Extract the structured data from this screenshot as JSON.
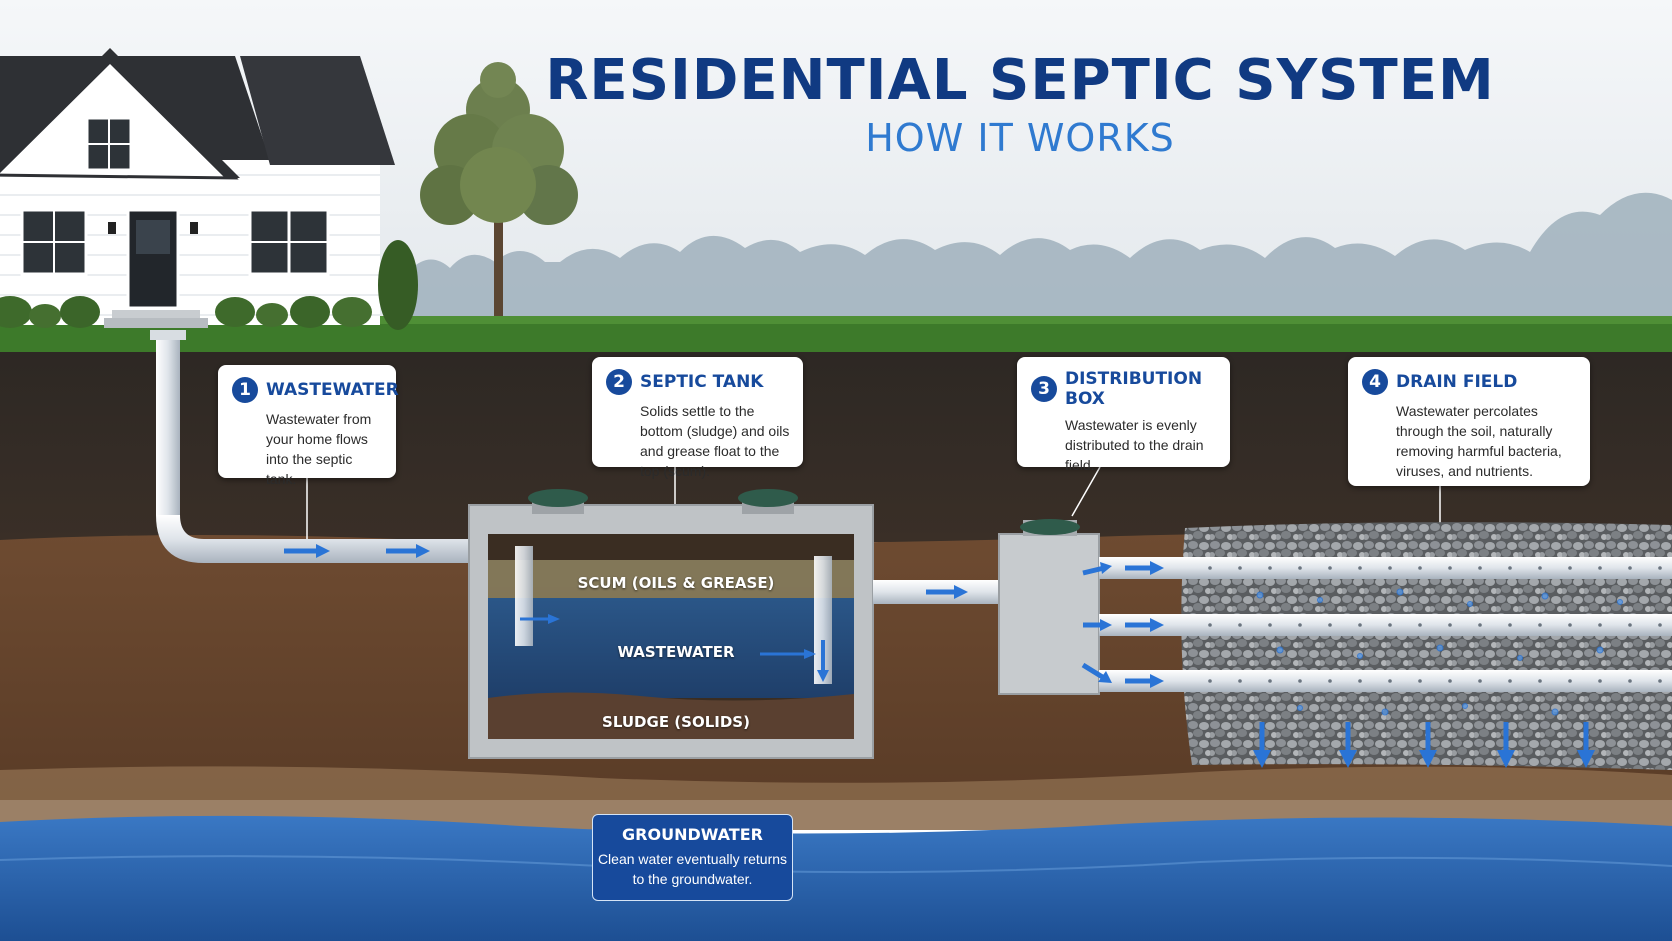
{
  "title": "RESIDENTIAL SEPTIC SYSTEM",
  "subtitle": "HOW IT WORKS",
  "steps": [
    {
      "number": "1",
      "title": "WASTEWATER",
      "text": "Wastewater from your home flows into the septic tank."
    },
    {
      "number": "2",
      "title": "SEPTIC TANK",
      "text": "Solids settle to the bottom (sludge) and oils and grease float to the top (scum)."
    },
    {
      "number": "3",
      "title": "DISTRIBUTION BOX",
      "text": "Wastewater is evenly distributed to the drain field."
    },
    {
      "number": "4",
      "title": "DRAIN FIELD",
      "text": "Wastewater percolates through the soil, naturally removing harmful bacteria, viruses, and nutrients."
    }
  ],
  "tank_layers": {
    "scum": "SCUM (OILS & GREASE)",
    "wastewater": "WASTEWATER",
    "sludge": "SLUDGE (SOLIDS)"
  },
  "groundwater": {
    "title": "GROUNDWATER",
    "text": "Clean water eventually returns to the groundwater."
  },
  "colors": {
    "title_blue": "#103a82",
    "subtitle_blue": "#2f7ad0",
    "badge_blue": "#174a9c",
    "flow_arrow": "#2a74d6",
    "groundwater": "#2a63b0",
    "topsoil": "#2b2622",
    "subsoil": "#6b4a30",
    "grass": "#3d7a2a"
  }
}
